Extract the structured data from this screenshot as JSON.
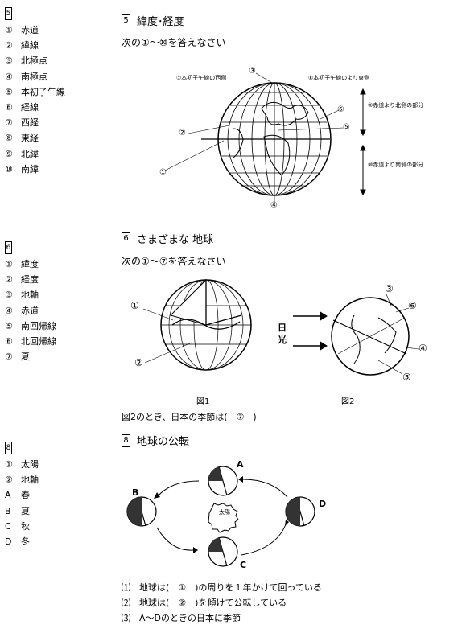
{
  "answers": {
    "s5": {
      "header": "5",
      "items": [
        {
          "num": "①",
          "text": "赤道"
        },
        {
          "num": "②",
          "text": "緯線"
        },
        {
          "num": "③",
          "text": "北極点"
        },
        {
          "num": "④",
          "text": "南極点"
        },
        {
          "num": "⑤",
          "text": "本初子午線"
        },
        {
          "num": "⑥",
          "text": "経線"
        },
        {
          "num": "⑦",
          "text": "西経"
        },
        {
          "num": "⑧",
          "text": "東経"
        },
        {
          "num": "⑨",
          "text": "北緯"
        },
        {
          "num": "⑩",
          "text": "南緯"
        }
      ]
    },
    "s6": {
      "header": "6",
      "items": [
        {
          "num": "①",
          "text": "緯度"
        },
        {
          "num": "②",
          "text": "経度"
        },
        {
          "num": "③",
          "text": "地軸"
        },
        {
          "num": "④",
          "text": "赤道"
        },
        {
          "num": "⑤",
          "text": "南回帰線"
        },
        {
          "num": "⑥",
          "text": "北回帰線"
        },
        {
          "num": "⑦",
          "text": "夏"
        }
      ]
    },
    "s8": {
      "header": "8",
      "items": [
        {
          "num": "①",
          "text": "太陽"
        },
        {
          "num": "②",
          "text": "地軸"
        },
        {
          "num": "A",
          "text": "春"
        },
        {
          "num": "B",
          "text": "夏"
        },
        {
          "num": "C",
          "text": "秋"
        },
        {
          "num": "D",
          "text": "冬"
        }
      ]
    }
  },
  "section5": {
    "num": "5",
    "title": "緯度･経度",
    "instruction": "次の①～⑩を答えなさい",
    "labels": {
      "west": "⑦本初子午線の西側",
      "east": "⑧本初子午線のより東側",
      "north": "⑨赤道より北側の部分",
      "south": "⑩赤道より南側の部分",
      "c1": "①",
      "c2": "②",
      "c3": "③",
      "c4": "④",
      "c5": "⑤",
      "c6": "⑥"
    }
  },
  "section6": {
    "num": "6",
    "title": "さまざまな 地球",
    "instruction": "次の①～⑦を答えなさい",
    "labels": {
      "c1": "①",
      "c2": "②",
      "c3": "③",
      "c4": "④",
      "c5": "⑤",
      "c6": "⑥",
      "sun1": "日",
      "sun2": "光"
    },
    "fig1": "図1",
    "fig2": "図2",
    "question": "図2のとき、日本の季節は(　⑦　)"
  },
  "section8": {
    "num": "8",
    "title": "地球の公転",
    "labels": {
      "A": "A",
      "B": "B",
      "C": "C",
      "D": "D",
      "sun": "太陽"
    },
    "q1": "⑴　地球は(　①　)の周りを１年かけて回っている",
    "q2": "⑵　地球は(　②　)を傾けて公転している",
    "q3": "⑶　A～Dのときの日本に季節"
  }
}
